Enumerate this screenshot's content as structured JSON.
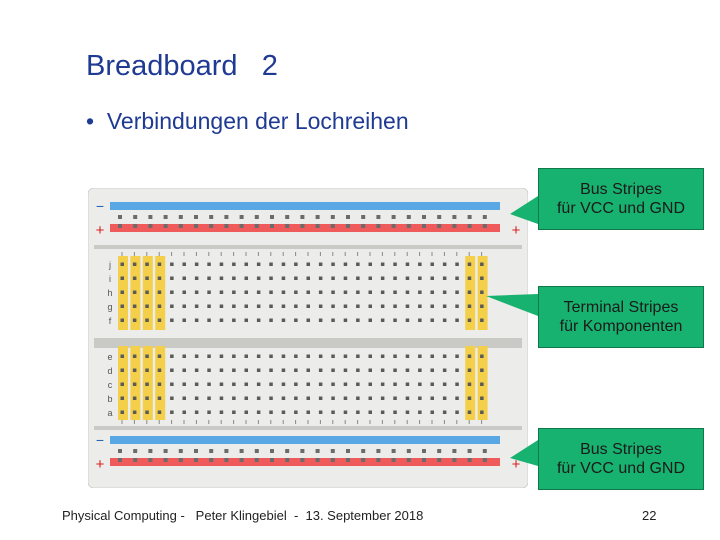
{
  "slide": {
    "title": "Breadboard   2",
    "bullet": "•  Verbindungen der Lochreihen"
  },
  "callouts": {
    "top": {
      "line1": "Bus Stripes",
      "line2": "für VCC und GND"
    },
    "middle": {
      "line1": "Terminal Stripes",
      "line2": "für Komponenten"
    },
    "bottom": {
      "line1": "Bus Stripes",
      "line2": "für VCC und GND"
    }
  },
  "breadboard": {
    "rail_minus": "−",
    "rail_plus": "+",
    "row_letters_top": [
      "j",
      "i",
      "h",
      "g",
      "f"
    ],
    "row_letters_bottom": [
      "e",
      "d",
      "c",
      "b",
      "a"
    ],
    "column_count": 30,
    "colors": {
      "blue_rail": "#5aa7e6",
      "red_rail": "#ef5a5a",
      "highlight": "#f4d04a",
      "board": "#ececea"
    }
  },
  "footer": {
    "text": "Physical Computing -   Peter Klingebiel  -  13. September 2018",
    "page": "22"
  }
}
